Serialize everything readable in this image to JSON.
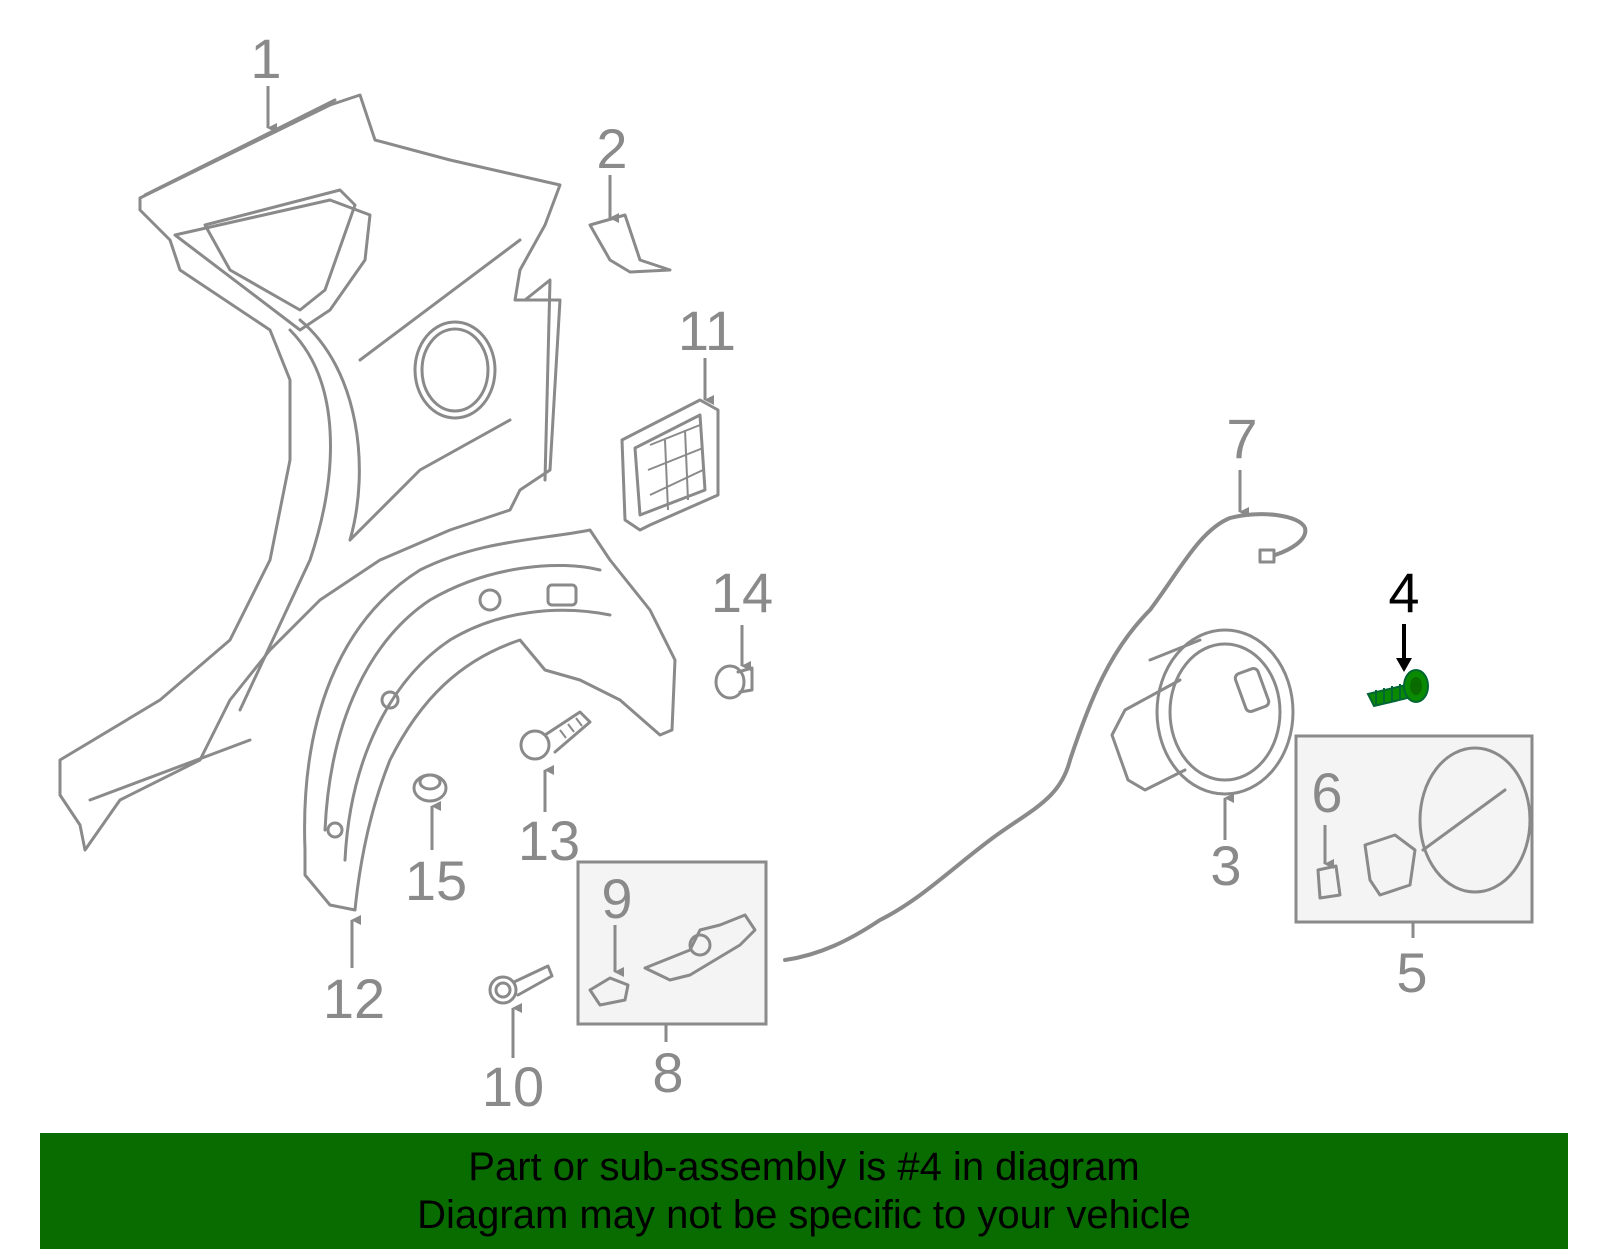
{
  "callouts": [
    {
      "num": "1",
      "highlight": false
    },
    {
      "num": "2",
      "highlight": false
    },
    {
      "num": "3",
      "highlight": false
    },
    {
      "num": "4",
      "highlight": true
    },
    {
      "num": "5",
      "highlight": false
    },
    {
      "num": "6",
      "highlight": false
    },
    {
      "num": "7",
      "highlight": false
    },
    {
      "num": "8",
      "highlight": false
    },
    {
      "num": "9",
      "highlight": false
    },
    {
      "num": "10",
      "highlight": false
    },
    {
      "num": "11",
      "highlight": false
    },
    {
      "num": "12",
      "highlight": false
    },
    {
      "num": "13",
      "highlight": false
    },
    {
      "num": "14",
      "highlight": false
    },
    {
      "num": "15",
      "highlight": false
    }
  ],
  "banner": {
    "line1": "Part or sub-assembly is #4 in diagram",
    "line2": "Diagram may not be specific to your vehicle"
  },
  "colors": {
    "banner_bg": "#096c00",
    "highlight_part": "#0a8a00",
    "line_gray": "#8a8a8a"
  }
}
